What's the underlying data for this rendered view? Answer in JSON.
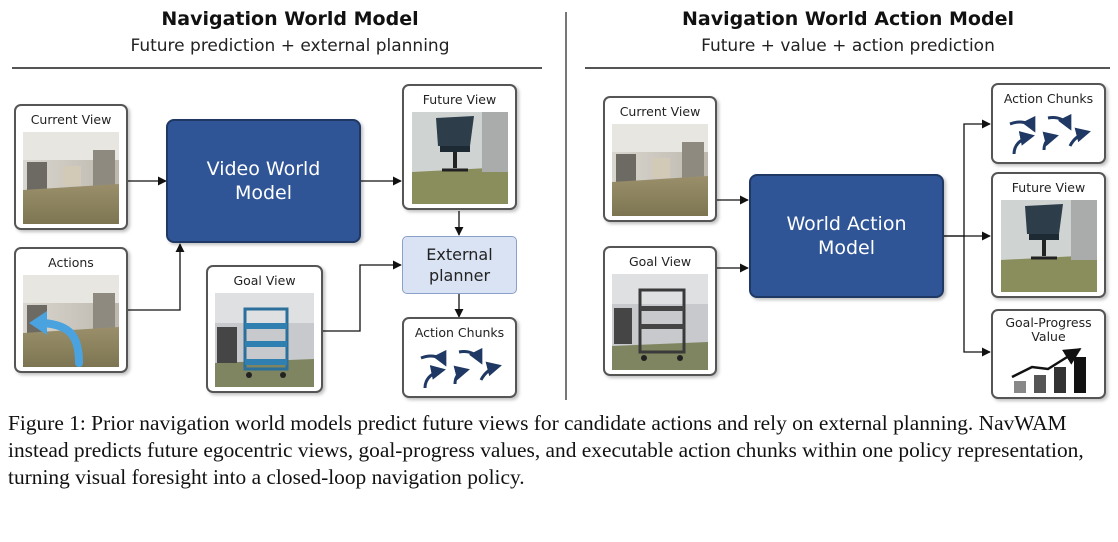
{
  "left_panel": {
    "title": "Navigation World Model",
    "subtitle": "Future prediction + external planning",
    "current_view_label": "Current View",
    "actions_label": "Actions",
    "video_model_label": "Video World Model",
    "future_view_label": "Future View",
    "external_planner_label": "External planner",
    "goal_view_label": "Goal View",
    "action_chunks_label": "Action Chunks"
  },
  "right_panel": {
    "title": "Navigation World Action Model",
    "subtitle": "Future + value + action prediction",
    "current_view_label": "Current View",
    "goal_view_label": "Goal View",
    "world_action_model_label": "World Action Model",
    "action_chunks_label": "Action Chunks",
    "future_view_label": "Future View",
    "goal_progress_label": "Goal-Progress Value"
  },
  "caption": "Figure 1: Prior navigation world models predict future views for candidate actions and rely on external planning. NavWAM instead predicts future egocentric views, goal-progress values, and executable action chunks within one policy representation, turning visual foresight into a closed-loop navigation policy.",
  "colors": {
    "model_box": "#2f5597",
    "planner_box": "#dae3f3",
    "arrow_navy": "#1f3864",
    "bar_dark": "#222222",
    "bar_mid": "#555555",
    "bar_light": "#888888"
  }
}
